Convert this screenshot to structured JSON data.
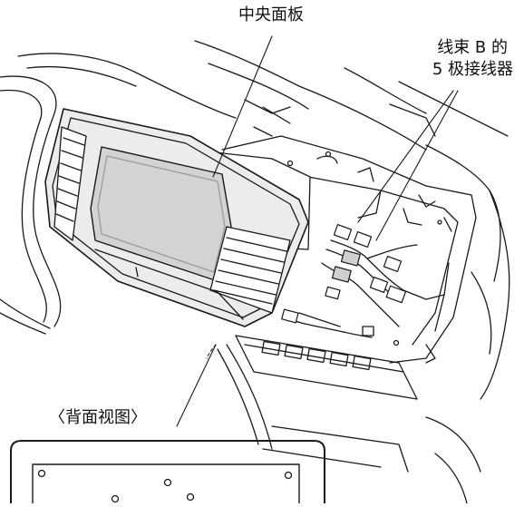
{
  "labels": {
    "center_panel": "中央面板",
    "harness_b_line1": "线束 B 的",
    "harness_b_line2": "5 极接线器",
    "rear_view": "〈背面视图〉"
  },
  "colors": {
    "line": "#1a1a1a",
    "screen_fill": "#d3d3d3",
    "bezel_fill": "#ececec",
    "background": "#ffffff"
  }
}
